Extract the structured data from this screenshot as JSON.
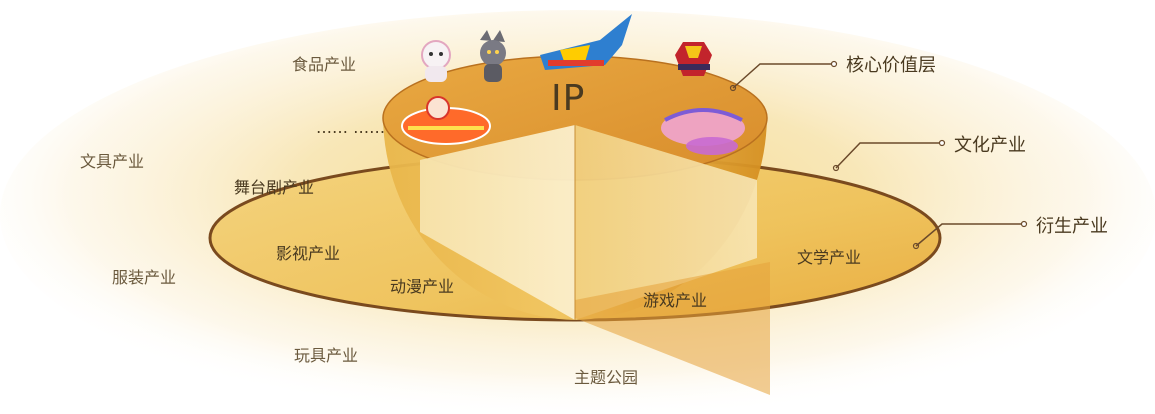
{
  "center_label": "IP",
  "outer_ring_labels": {
    "food": "食品产业",
    "stationery": "文具产业",
    "clothing": "服装产业",
    "toys": "玩具产业",
    "theme_park": "主题公园"
  },
  "middle_ring_labels": {
    "ellipsis": "……  ……",
    "theater": "舞台剧产业",
    "film_tv": "影视产业",
    "animation": "动漫产业",
    "games": "游戏产业",
    "literature": "文学产业"
  },
  "callouts": {
    "core_value_layer": "核心价值层",
    "culture_industry": "文化产业",
    "derivative_industry": "衍生产业"
  },
  "ip_logos": [
    "sheep-character-logo",
    "grey-wolf-character-logo",
    "huoli-anime-logo",
    "armor-hero-logo",
    "kaixin-baobei-logo",
    "balala-fairy-logo"
  ],
  "colors": {
    "gold_outer": "#f3c65a",
    "gold_mid": "#e7a733",
    "brown_line": "#7a4a1e",
    "text": "#4a3a20"
  }
}
